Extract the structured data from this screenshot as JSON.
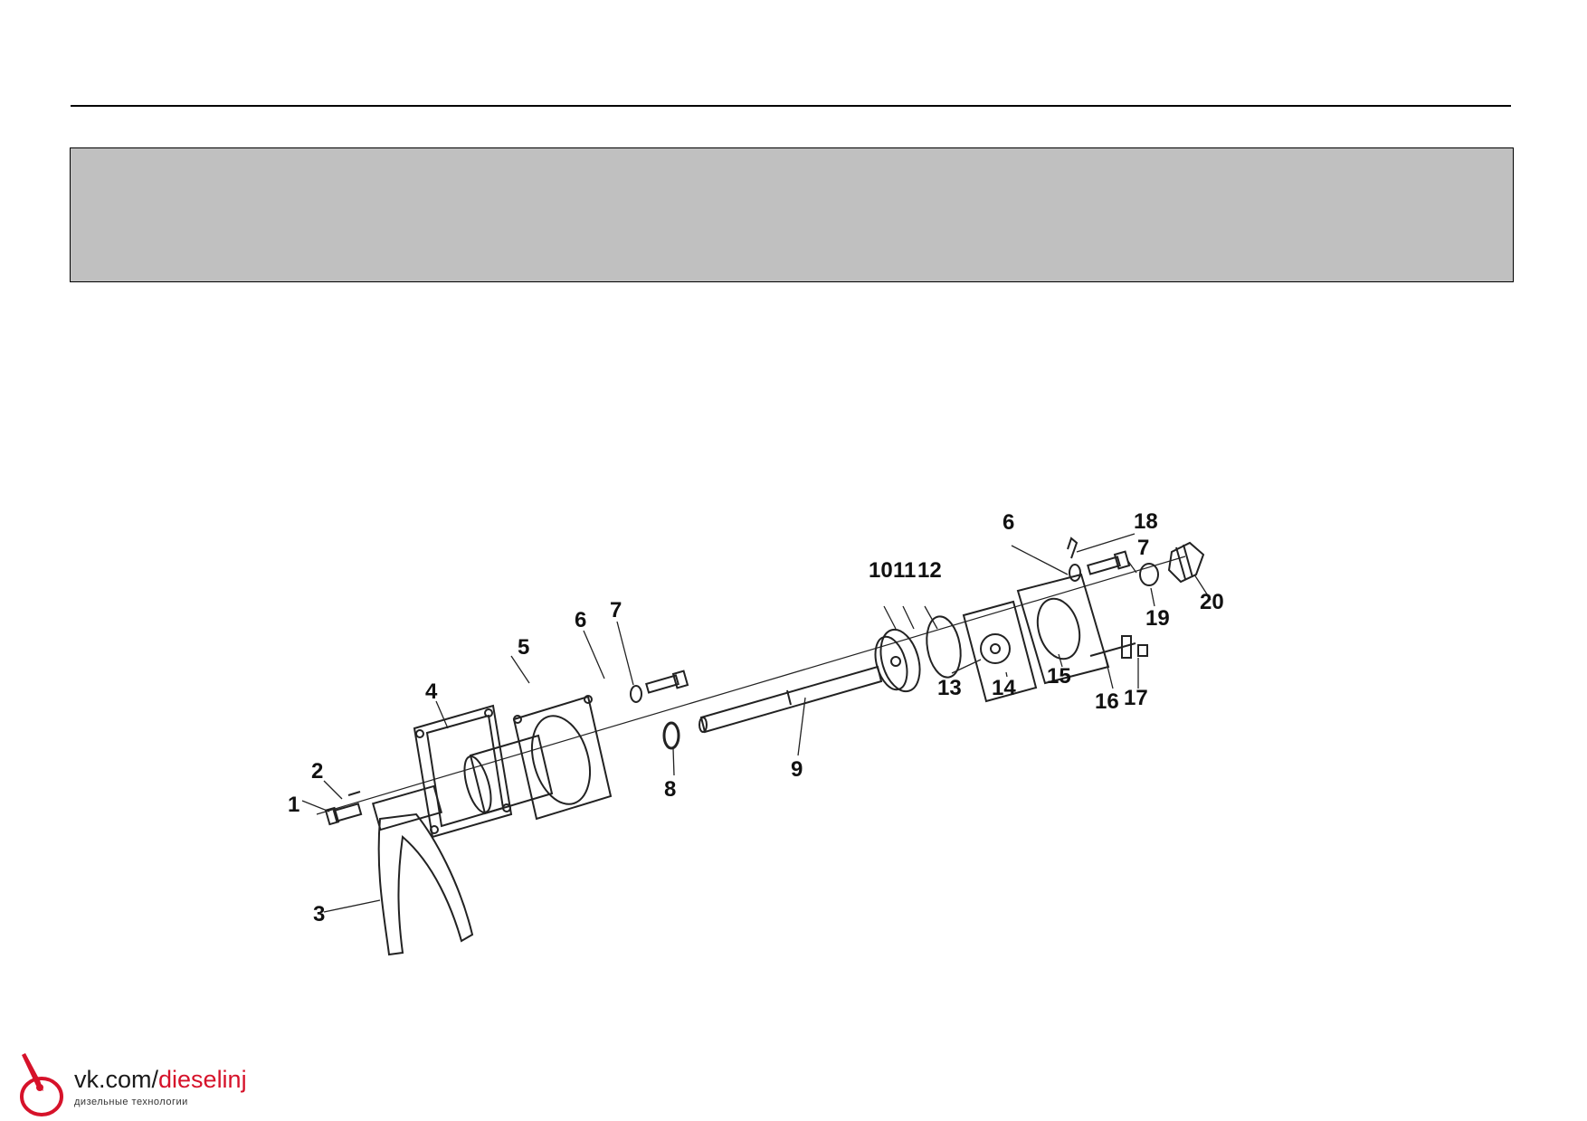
{
  "diagram": {
    "part_labels": [
      "1",
      "2",
      "3",
      "4",
      "5",
      "6",
      "7",
      "8",
      "9",
      "10",
      "11",
      "12",
      "13",
      "14",
      "15",
      "16",
      "17",
      "18",
      "19",
      "20",
      "6",
      "7"
    ]
  },
  "footer": {
    "url_prefix": "vk.com/",
    "url_accent": "dieselinj",
    "tagline": "дизельные технологии",
    "accent_color": "#d6122a"
  }
}
